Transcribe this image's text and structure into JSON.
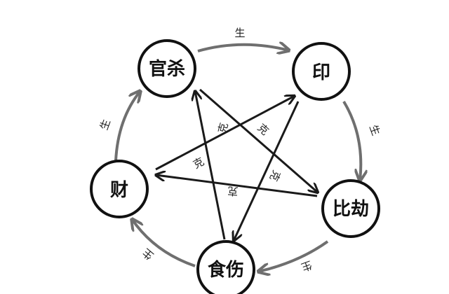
{
  "nodes": {
    "guansha": "官杀",
    "yin": "印",
    "bijie": "比劫",
    "shishang": "食伤",
    "cai": "财"
  },
  "relations": {
    "generate": "生",
    "control": "克"
  },
  "colors": {
    "generate_arrow": "#6f6f6f",
    "control_arrow": "#1a1a1a",
    "node_border": "#111111",
    "background": "#ffffff"
  }
}
